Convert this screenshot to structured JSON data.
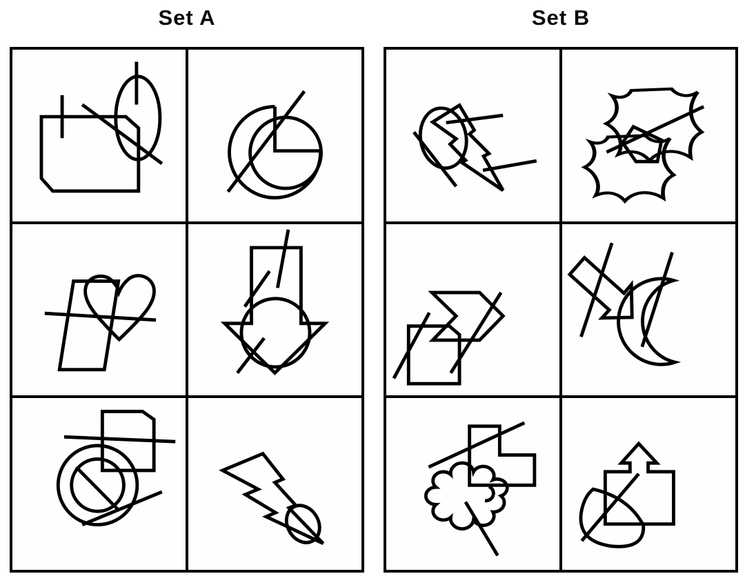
{
  "page": {
    "background": "#ffffff",
    "stroke_color": "#000000",
    "figure_type": "abstract-reasoning-item-sets"
  },
  "sets": {
    "a": {
      "title": "Set A",
      "rows": 3,
      "cols": 2,
      "cells": [
        {
          "name": "clipped-rectangle-ellipse",
          "description": "Rectangle with two clipped corners overlapped by a tall ellipse, two short vertical lines and one long diagonal line"
        },
        {
          "name": "pie-circle-open-arc",
          "description": "Circle with a quarter notch of vertical and horizontal lines, a larger open arc, and a long diagonal line"
        },
        {
          "name": "parallelogram-heart",
          "description": "Slanted parallelogram overlapped by a heart outline with a long near-horizontal line through both"
        },
        {
          "name": "down-arrow-circle",
          "description": "Downward-pointing arrow over a circle with three short diagonal lines"
        },
        {
          "name": "no-symbol-clipped-rectangle",
          "description": "Large circle containing a slashed smaller circle, a clipped-corner rectangle, a near-horizontal line and a diagonal line"
        },
        {
          "name": "lightning-bolt-ellipse",
          "description": "Lightning bolt pointing down-right with a small tilted ellipse over its tip"
        }
      ]
    },
    "b": {
      "title": "Set B",
      "rows": 3,
      "cols": 2,
      "cells": [
        {
          "name": "ellipse-lightning-lines",
          "description": "Ellipse overlapped by a lightning bolt, one steep diagonal line and two slanted lines"
        },
        {
          "name": "leather-hides-pentagon",
          "description": "Two leather-hide shapes overlapped by a pentagon and a rising diagonal line"
        },
        {
          "name": "chevron-square-lines",
          "description": "Right-pointing chevron band over a clipped-corner square with two parallel rising diagonal lines"
        },
        {
          "name": "arrow-crescent-lines",
          "description": "Arrow pointing down-right toward a crescent moon with two steep parallel diagonal lines"
        },
        {
          "name": "l-shape-cloud-lines",
          "description": "L-shaped polygon over a scalloped cloud with a long rising diagonal line and a short falling diagonal line"
        },
        {
          "name": "box-up-arrow-leaf",
          "description": "Square with an upward arrow on top overlapped by a leaf shape and a rising diagonal line"
        }
      ]
    }
  }
}
